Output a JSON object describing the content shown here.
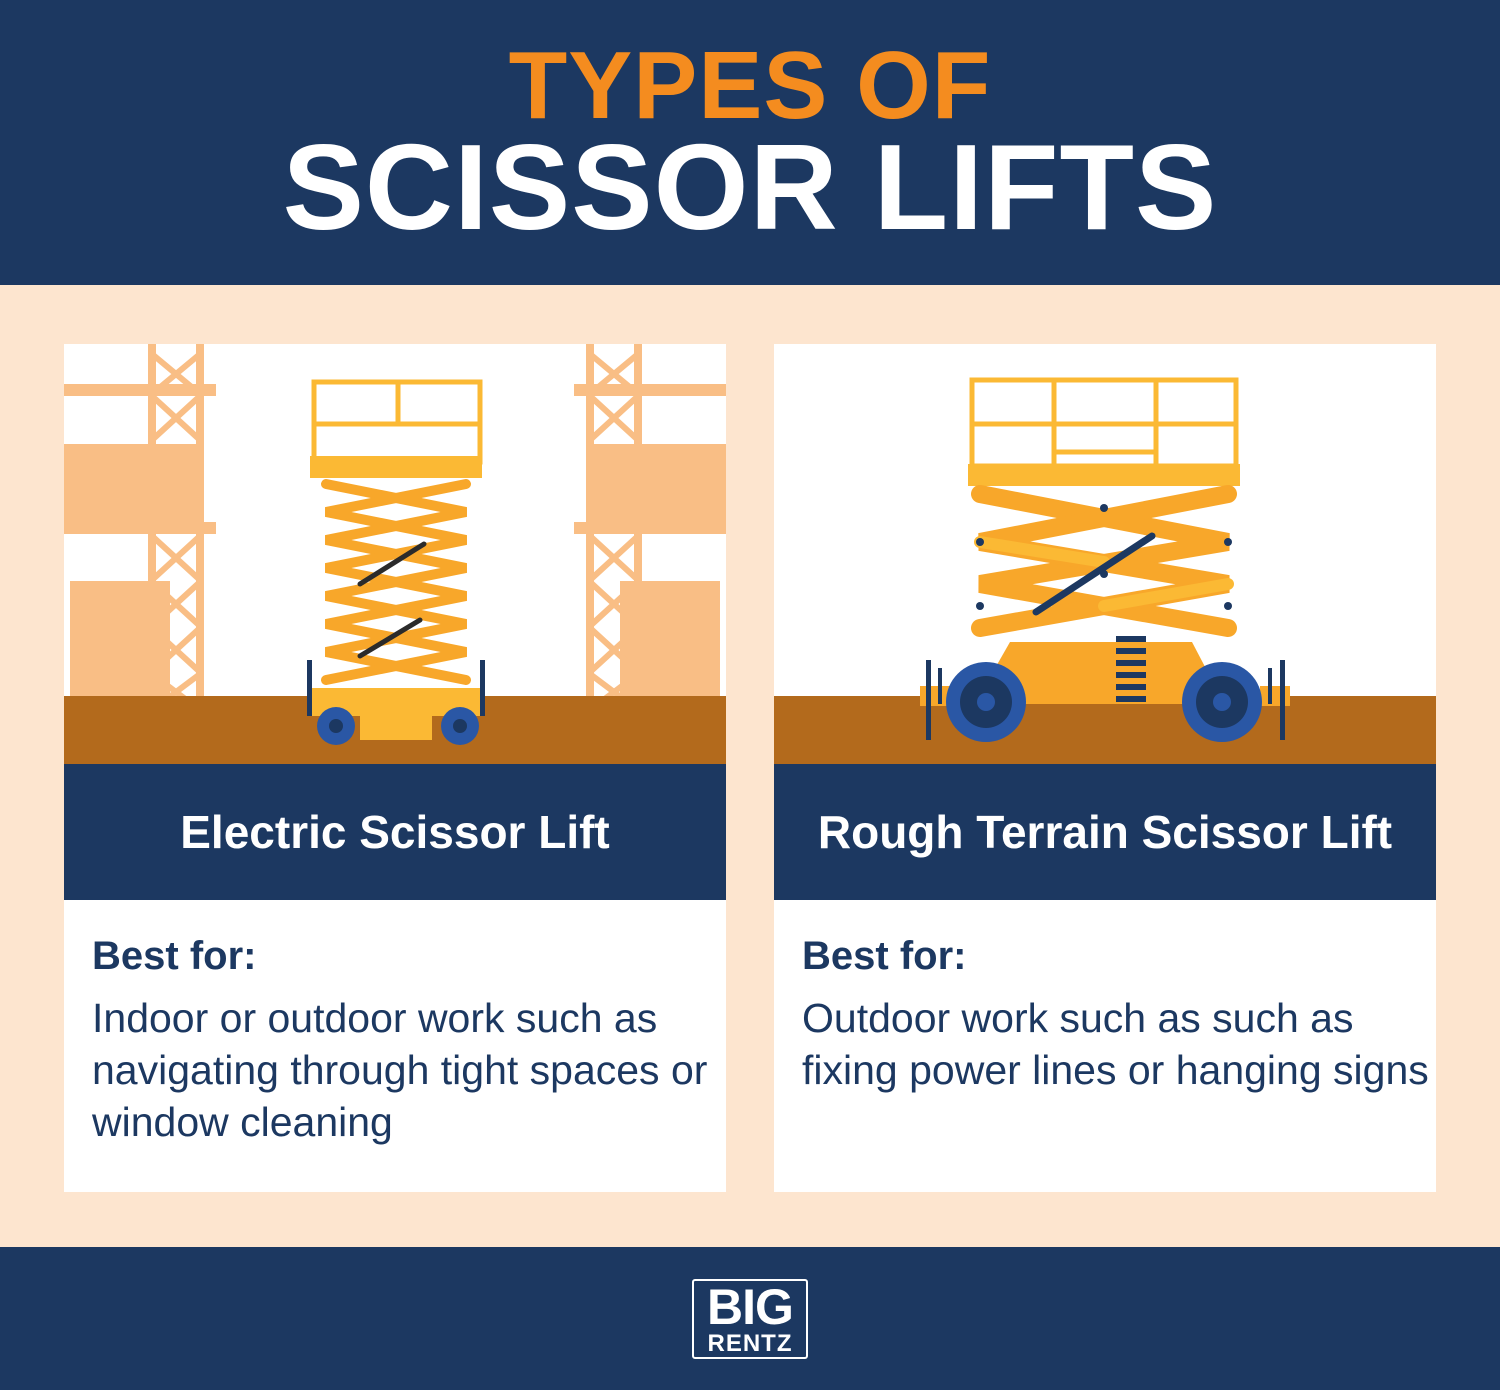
{
  "header": {
    "title_line1": "TYPES OF",
    "title_line2": "SCISSOR LIFTS"
  },
  "colors": {
    "navy": "#1c3861",
    "orange": "#f48c1f",
    "yellow": "#fbb934",
    "cream": "#fde5cf",
    "ground": "#b36a1c",
    "wheel_blue": "#2a57a5"
  },
  "cards": [
    {
      "name": "Electric Scissor Lift",
      "best_for_label": "Best for:",
      "description": "Indoor or outdoor work such as navigating through tight spaces or window cleaning",
      "illustration_icon": "electric-scissor-lift-icon"
    },
    {
      "name": "Rough Terrain Scissor Lift",
      "best_for_label": "Best for:",
      "description": "Outdoor work such as such as fixing power lines or hanging signs",
      "illustration_icon": "rough-terrain-scissor-lift-icon"
    }
  ],
  "footer": {
    "logo_line1": "BIG",
    "logo_line2": "RENTZ"
  }
}
